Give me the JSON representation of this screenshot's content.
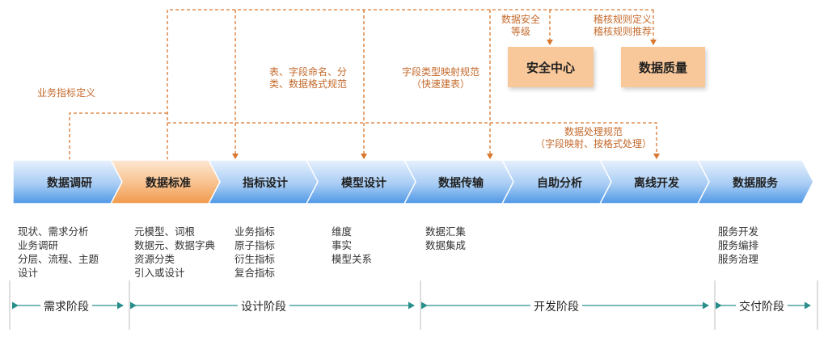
{
  "colors": {
    "blue_stage": "#5fa3e8",
    "orange_stage": "#f5a25a",
    "dashed": "#d9772e",
    "phase_line": "#2a8f8c"
  },
  "stages": [
    {
      "label": "数据调研",
      "active": false,
      "items": [
        "现状、需求分析",
        "业务调研",
        "分层、流程、主题",
        "设计"
      ]
    },
    {
      "label": "数据标准",
      "active": true,
      "items": [
        "元模型、词根",
        "数据元、数据字典",
        "资源分类",
        "引入或设计"
      ]
    },
    {
      "label": "指标设计",
      "active": false,
      "items": [
        "业务指标",
        "原子指标",
        "衍生指标",
        "复合指标"
      ]
    },
    {
      "label": "模型设计",
      "active": false,
      "items": [
        "维度",
        "事实",
        "模型关系"
      ]
    },
    {
      "label": "数据传输",
      "active": false,
      "items": [
        "数据汇集",
        "数据集成"
      ]
    },
    {
      "label": "自助分析",
      "active": false,
      "items": []
    },
    {
      "label": "离线开发",
      "active": false,
      "items": []
    },
    {
      "label": "数据服务",
      "active": false,
      "items": [
        "服务开发",
        "服务编排",
        "服务治理"
      ]
    }
  ],
  "boxes": {
    "security": "安全中心",
    "quality": "数据质量"
  },
  "annotations": {
    "business_metric": "业务指标定义",
    "table_naming": [
      "表、字段命名、分",
      "类、数据格式规范"
    ],
    "field_mapping": [
      "字段类型映射规范",
      "（快速建表）"
    ],
    "security_level": [
      "数据安全",
      "等级"
    ],
    "quality_rules": [
      "稽核规则定义",
      "稽核规则推荐"
    ],
    "processing": [
      "数据处理规范",
      "（字段映射、按格式处理）"
    ]
  },
  "phases": [
    "需求阶段",
    "设计阶段",
    "开发阶段",
    "交付阶段"
  ]
}
